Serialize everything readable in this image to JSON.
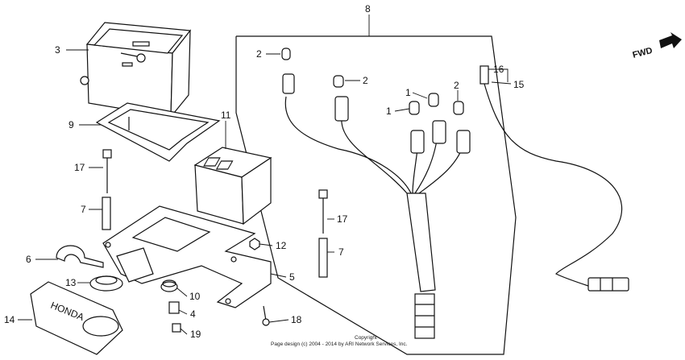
{
  "callouts": {
    "c1a": "1",
    "c1b": "1",
    "c2a": "2",
    "c2b": "2",
    "c2c": "2",
    "c3": "3",
    "c4": "4",
    "c5": "5",
    "c6": "6",
    "c7a": "7",
    "c7b": "7",
    "c8": "8",
    "c9": "9",
    "c10": "10",
    "c11": "11",
    "c12": "12",
    "c13": "13",
    "c14": "14",
    "c15": "15",
    "c16": "16",
    "c17a": "17",
    "c17b": "17",
    "c18": "18",
    "c19": "19"
  },
  "direction_label": "FWD",
  "cover_brand": "HONDA",
  "copyright_line1": "Copyright",
  "copyright_line2": "Page design (c) 2004 - 2014 by ARI Network Services, Inc."
}
